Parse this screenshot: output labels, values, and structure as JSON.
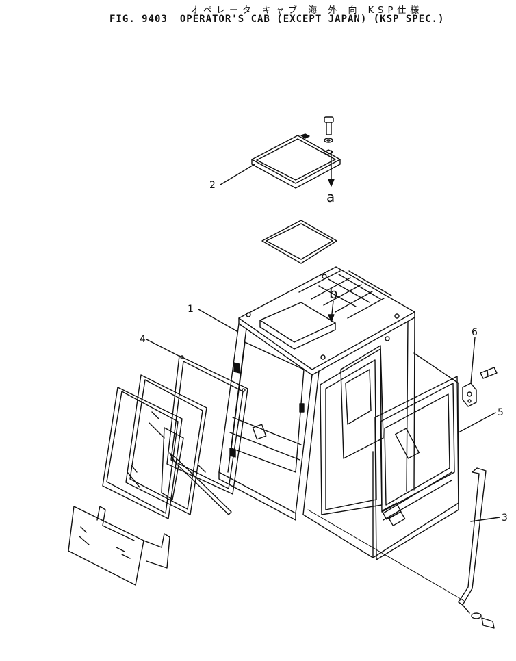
{
  "header": {
    "title_jp": "オペレータ キャブ 海 外 向   KSP仕様",
    "fig_label": "FIG. 9403",
    "title_en": "OPERATOR'S CAB (EXCEPT JAPAN) (KSP SPEC.)"
  },
  "callouts": {
    "c1": "1",
    "c2": "2",
    "c3": "3",
    "c4": "4",
    "c5": "5",
    "c6": "6",
    "a": "a",
    "b": "b"
  }
}
